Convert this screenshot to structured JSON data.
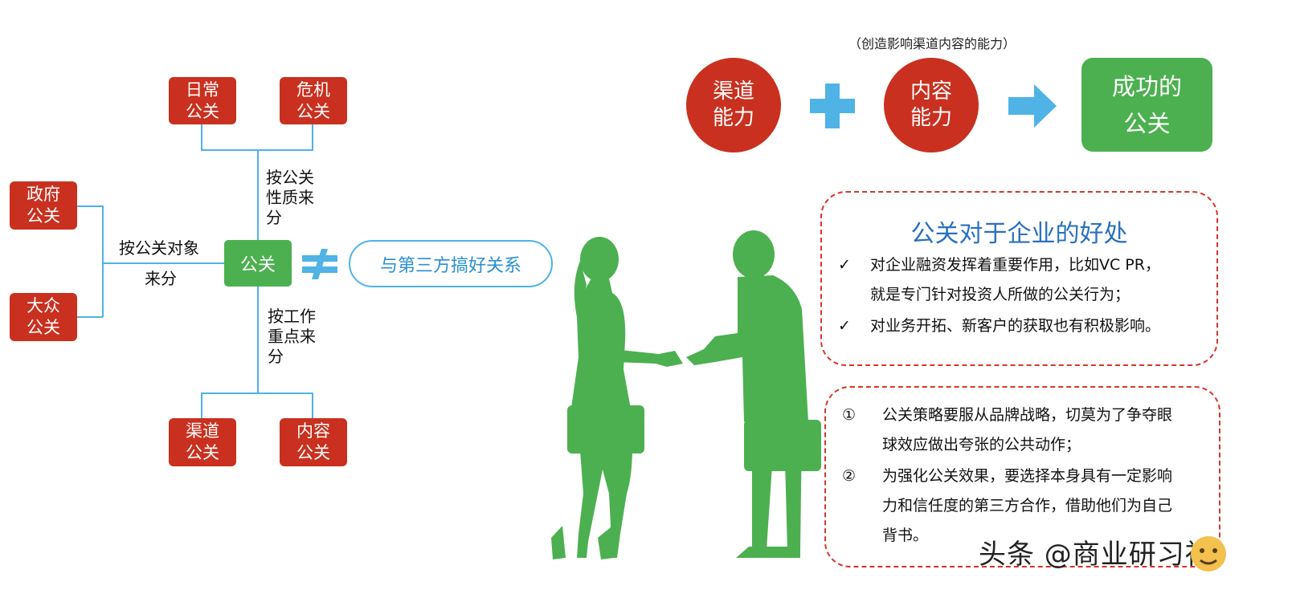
{
  "tree": {
    "center": "公关",
    "top_nodes": [
      {
        "line1": "日常",
        "line2": "公关"
      },
      {
        "line1": "危机",
        "line2": "公关"
      }
    ],
    "left_nodes": [
      {
        "line1": "政府",
        "line2": "公关"
      },
      {
        "line1": "大众",
        "line2": "公关"
      }
    ],
    "bottom_nodes": [
      {
        "line1": "渠道",
        "line2": "公关"
      },
      {
        "line1": "内容",
        "line2": "公关"
      }
    ],
    "label_nature": [
      "按公关",
      "性质来",
      "分"
    ],
    "label_object": [
      "按公关对象",
      "来分"
    ],
    "label_work": [
      "按工作",
      "重点来",
      "分"
    ]
  },
  "not_equal_symbol": "≠",
  "third_party": "与第三方搞好关系",
  "formula": {
    "note": "（创造影响渠道内容的能力）",
    "channel": [
      "渠道",
      "能力"
    ],
    "content": [
      "内容",
      "能力"
    ],
    "result": [
      "成功的",
      "公关"
    ]
  },
  "benefits": {
    "title": "公关对于企业的好处",
    "items": [
      {
        "mark": "✓",
        "lines": [
          "对企业融资发挥着重要作用，比如VC PR，",
          "就是专门针对投资人所做的公关行为；"
        ]
      },
      {
        "mark": "✓",
        "lines": [
          "对业务开拓、新客户的获取也有积极影响。"
        ]
      }
    ]
  },
  "cautions": {
    "items": [
      {
        "mark": "①",
        "lines": [
          "公关策略要服从品牌战略，切莫为了争夺眼",
          "球效应做出夸张的公共动作；"
        ]
      },
      {
        "mark": "②",
        "lines": [
          "为强化公关效果，要选择本身具有一定影响",
          "力和信任度的第三方合作，借助他们为自己",
          "背书。"
        ]
      }
    ]
  },
  "watermark": "头条 @商业研习社",
  "colors": {
    "red": "#c9301f",
    "green": "#4cb050",
    "blue_line": "#4fb3e6",
    "title_blue": "#2a6fc1",
    "dashed_red": "#d9352a"
  }
}
